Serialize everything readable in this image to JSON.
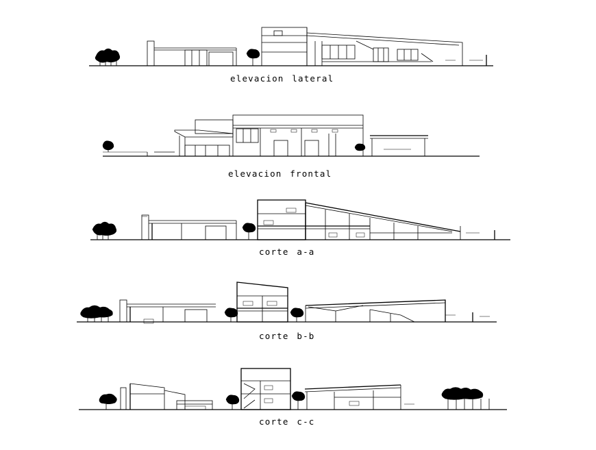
{
  "drawings": [
    {
      "key": "lateral",
      "label": "elevacion  lateral"
    },
    {
      "key": "frontal",
      "label": "elevacion  frontal"
    },
    {
      "key": "aa",
      "label": "corte  a-a"
    },
    {
      "key": "bb",
      "label": "corte  b-b"
    },
    {
      "key": "cc",
      "label": "corte  c-c"
    }
  ],
  "colors": {
    "line": "#000000",
    "background": "#ffffff"
  }
}
